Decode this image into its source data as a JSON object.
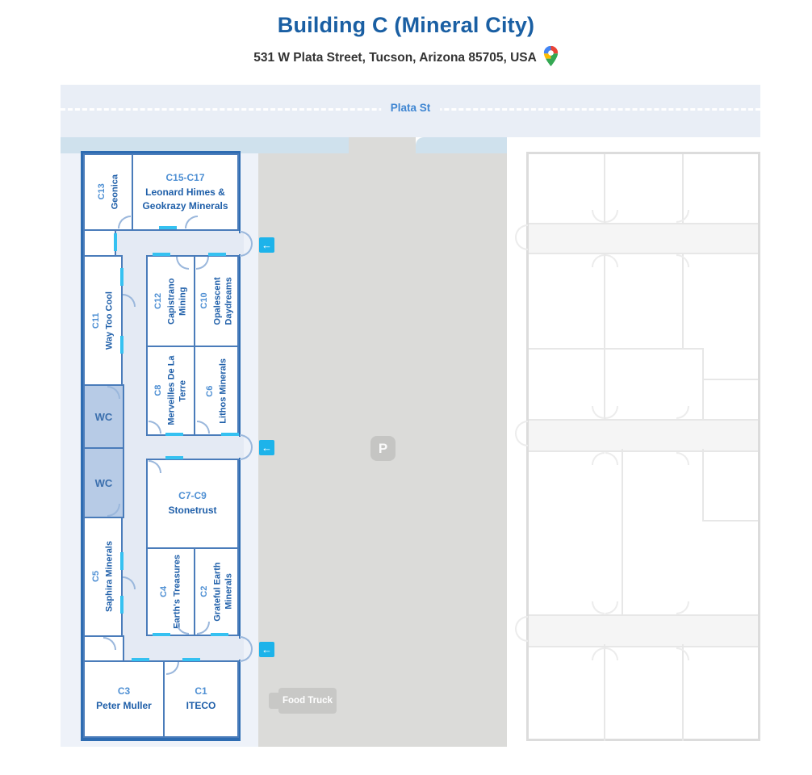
{
  "header": {
    "title": "Building C (Mineral City)",
    "address": "531 W Plata Street, Tucson, Arizona 85705, USA"
  },
  "street": {
    "label": "Plata St"
  },
  "map": {
    "parking_label": "P",
    "food_truck_label": "Food Truck",
    "entrance_arrow_glyph": "←"
  },
  "building_c": {
    "wc_label": "WC",
    "rooms": [
      {
        "id": "C13",
        "name": "Geonica"
      },
      {
        "id": "C15-C17",
        "name": "Leonard Himes & Geokrazy Minerals"
      },
      {
        "id": "C11",
        "name": "Way Too Cool"
      },
      {
        "id": "C12",
        "name": "Capistrano Mining"
      },
      {
        "id": "C10",
        "name": "Opalescent Daydreams"
      },
      {
        "id": "C8",
        "name": "Merveilles De La Terre"
      },
      {
        "id": "C6",
        "name": "Lithos Minerals"
      },
      {
        "id": "C7-C9",
        "name": "Stonetrust"
      },
      {
        "id": "C5",
        "name": "Saphira Minerals"
      },
      {
        "id": "C4",
        "name": "Earth's Treasures"
      },
      {
        "id": "C2",
        "name": "Grateful Earth Minerals"
      },
      {
        "id": "C3",
        "name": "Peter Muller"
      },
      {
        "id": "C1",
        "name": "ITECO"
      }
    ]
  },
  "colors": {
    "title_text": "#1a5fa3",
    "street_label_text": "#3f86d2",
    "street_band_bg": "#e9eef6",
    "sidewalk": "#cfe1ed",
    "left_area_bg": "#eef2f9",
    "parking_bg": "#dbdbd9",
    "building_border": "#2e6cb2",
    "interior_wall": "#4a7cba",
    "room_id_text": "#4e8fd3",
    "room_name_text": "#1f5fa9",
    "wc_fill": "#b7cbe6",
    "corridor_fill": "#e4eaf4",
    "door_opening_marker": "#35c1f1",
    "entrance_arrow_bg": "#1db3ea",
    "ghost_building_line": "#dcdcdc"
  }
}
